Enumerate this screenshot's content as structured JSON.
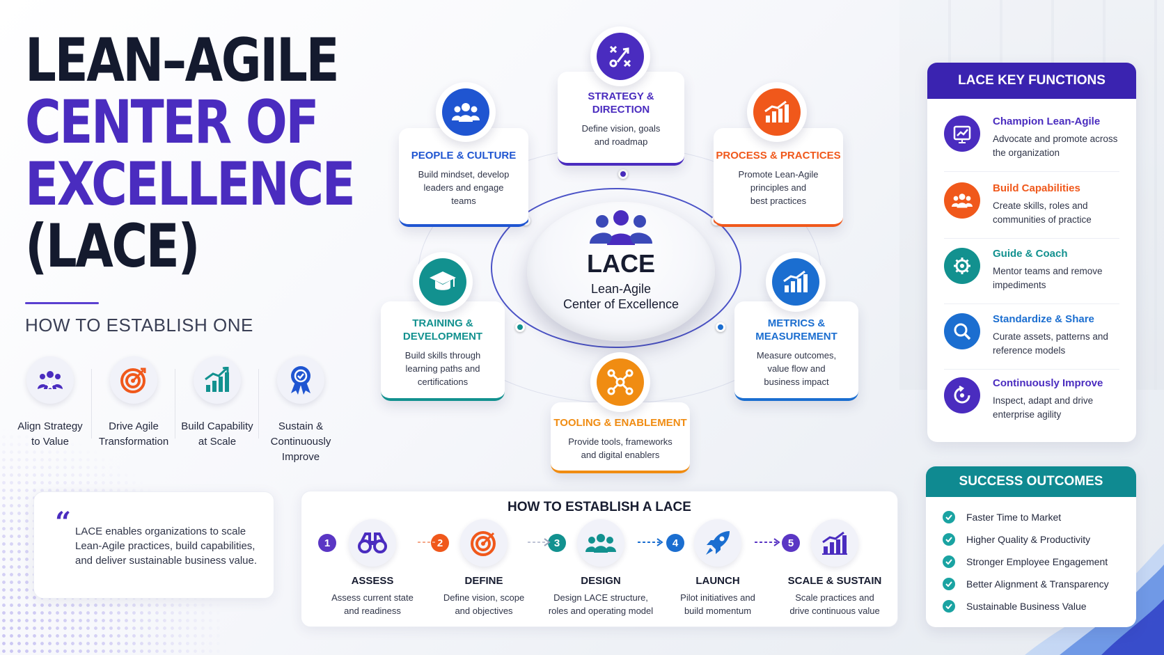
{
  "title": {
    "line1": "LEAN–AGILE",
    "line2": "CENTER OF",
    "line3": "EXCELLENCE",
    "line4": "(LACE)",
    "subtitle": "HOW TO ESTABLISH ONE"
  },
  "pillars": [
    {
      "icon": "team-star-icon",
      "label1": "Align Strategy",
      "label2": "to Value",
      "label3": ""
    },
    {
      "icon": "target-icon",
      "label1": "Drive Agile",
      "label2": "Transformation",
      "label3": ""
    },
    {
      "icon": "growth-chart-icon",
      "label1": "Build Capability",
      "label2": "at Scale",
      "label3": ""
    },
    {
      "icon": "award-ribbon-icon",
      "label1": "Sustain &",
      "label2": "Continuously",
      "label3": "Improve"
    }
  ],
  "quote": {
    "mark": "“",
    "text": "LACE enables organizations to scale Lean-Agile practices, build capabilities, and deliver sustainable business value."
  },
  "hub": {
    "title": "LACE",
    "line1": "Lean-Agile",
    "line2": "Center of Excellence"
  },
  "areas": {
    "strategy": {
      "title1": "STRATEGY &",
      "title2": "DIRECTION",
      "desc1": "Define vision, goals",
      "desc2": "and roadmap",
      "color": "#4a2cbf"
    },
    "people": {
      "title1": "PEOPLE & CULTURE",
      "desc1": "Build mindset, develop",
      "desc2": "leaders and engage",
      "desc3": "teams",
      "color": "#1f55d1"
    },
    "process": {
      "title1": "PROCESS & PRACTICES",
      "desc1": "Promote Lean-Agile",
      "desc2": "principles and",
      "desc3": "best practices",
      "color": "#f0581b"
    },
    "training": {
      "title1": "TRAINING &",
      "title2": "DEVELOPMENT",
      "desc1": "Build skills through",
      "desc2": "learning paths and",
      "desc3": "certifications",
      "color": "#12918f"
    },
    "metrics": {
      "title1": "METRICS &",
      "title2": "MEASUREMENT",
      "desc1": "Measure outcomes,",
      "desc2": "value flow and",
      "desc3": "business impact",
      "color": "#1b6ed0"
    },
    "tooling": {
      "title1": "TOOLING & ENABLEMENT",
      "desc1": "Provide tools, frameworks",
      "desc2": "and digital enablers",
      "color": "#f08c12"
    }
  },
  "steps": {
    "heading": "HOW TO ESTABLISH A LACE",
    "items": [
      {
        "num": "1",
        "title": "ASSESS",
        "desc1": "Assess current state",
        "desc2": "and readiness",
        "color": "#5a36c4",
        "icon": "binoculars-icon"
      },
      {
        "num": "2",
        "title": "DEFINE",
        "desc1": "Define vision, scope",
        "desc2": "and objectives",
        "color": "#f0581b",
        "icon": "target-icon"
      },
      {
        "num": "3",
        "title": "DESIGN",
        "desc1": "Design LACE structure,",
        "desc2": "roles and operating model",
        "color": "#12918f",
        "icon": "team-icon"
      },
      {
        "num": "4",
        "title": "LAUNCH",
        "desc1": "Pilot initiatives and",
        "desc2": "build momentum",
        "color": "#1b6ed0",
        "icon": "rocket-icon"
      },
      {
        "num": "5",
        "title": "SCALE & SUSTAIN",
        "desc1": "Scale practices and",
        "desc2": "drive continuous value",
        "color": "#5a36c4",
        "icon": "bar-chart-icon"
      }
    ]
  },
  "key_functions": {
    "heading": "LACE KEY FUNCTIONS",
    "items": [
      {
        "title": "Champion Lean-Agile",
        "desc": "Advocate and promote across the organization",
        "color": "#4a2cbf",
        "icon": "chart-board-icon"
      },
      {
        "title": "Build Capabilities",
        "desc": "Create skills, roles and communities of practice",
        "color": "#f0581b",
        "icon": "people-icon"
      },
      {
        "title": "Guide & Coach",
        "desc": "Mentor teams and remove impediments",
        "color": "#12918f",
        "icon": "gear-icon"
      },
      {
        "title": "Standardize & Share",
        "desc": "Curate assets, patterns and reference models",
        "color": "#1b6ed0",
        "icon": "search-icon"
      },
      {
        "title": "Continuously Improve",
        "desc": "Inspect, adapt and drive enterprise agility",
        "color": "#4a2cbf",
        "icon": "cycle-icon"
      }
    ]
  },
  "success": {
    "heading": "SUCCESS OUTCOMES",
    "items": [
      "Faster Time to Market",
      "Higher Quality & Productivity",
      "Stronger Employee Engagement",
      "Better Alignment & Transparency",
      "Sustainable Business Value"
    ]
  }
}
